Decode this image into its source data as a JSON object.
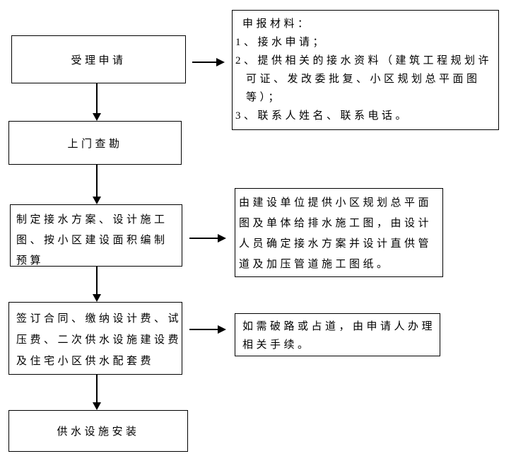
{
  "colors": {
    "border": "#000000",
    "text": "#000000",
    "background": "#ffffff"
  },
  "boxes": {
    "accept": "受理申请",
    "survey": "上门查勘",
    "plan": [
      "制定接水方案、设计施工",
      "图、按小区建设面积编制",
      "预算"
    ],
    "contract": [
      "签订合同、缴纳设计费、试",
      "压费、二次供水设施建设费",
      "及住宅小区供水配套费"
    ],
    "install": "供水设施安装"
  },
  "notes": {
    "materials": [
      "申报材料：",
      "1、接水申请；",
      "2、提供相关的接水资料（建筑工程规划许",
      "可证、发改委批复、小区规划总平面图",
      "等）；",
      "3、联系人姓名、联系电话。"
    ],
    "design": [
      "由建设单位提供小区规划总平面",
      "图及单体给排水施工图，由设计",
      "人员确定接水方案并设计直供管",
      "道及加压管道施工图纸。"
    ],
    "road": [
      "如需破路或占道，由申请人办理",
      "相关手续。"
    ]
  }
}
